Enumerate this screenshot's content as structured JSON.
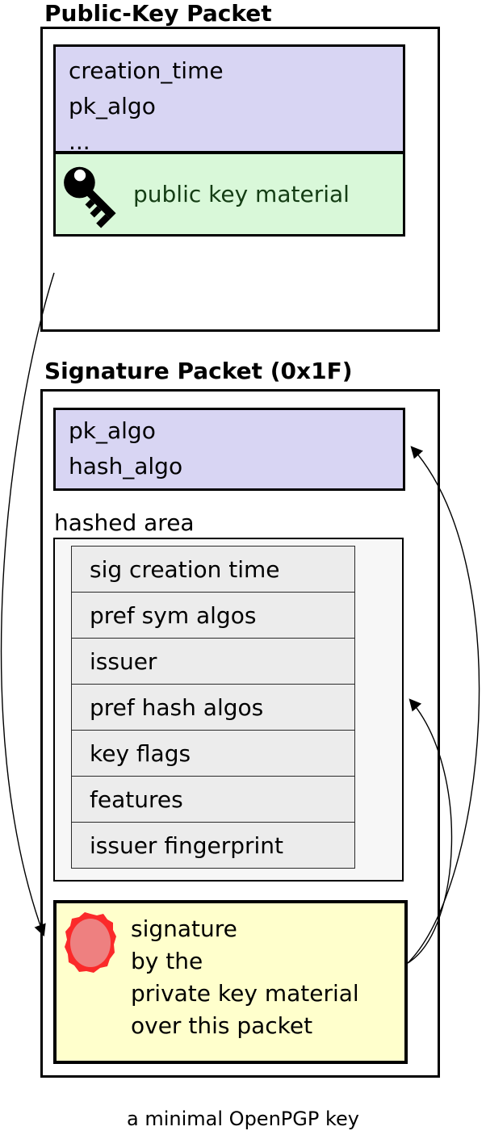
{
  "diagram": {
    "caption": "a minimal OpenPGP key"
  },
  "public_key_packet": {
    "title": "Public-Key Packet",
    "fields": [
      "creation_time",
      "pk_algo",
      "..."
    ],
    "key_material": {
      "icon": "key-icon",
      "label": "public key material"
    }
  },
  "signature_packet": {
    "title": "Signature Packet (0x1F)",
    "fields": [
      "pk_algo",
      "hash_algo"
    ],
    "hashed_area": {
      "label": "hashed area",
      "subpackets": [
        "sig creation time",
        "pref sym algos",
        "issuer",
        "pref hash algos",
        "key flags",
        "features",
        "issuer fingerprint"
      ]
    },
    "signature": {
      "icon": "wax-seal-icon",
      "lines": [
        "signature",
        "by the",
        "private key material",
        "over this packet"
      ]
    }
  },
  "arrows": [
    {
      "from": "public-key-packet-box",
      "to": "signature-box"
    },
    {
      "from": "signature-box",
      "to": "signature-header-box"
    },
    {
      "from": "signature-box",
      "to": "hashed-area-box"
    }
  ],
  "colors": {
    "header_fill": "#d8d5f3",
    "key_material_fill": "#d9f8d9",
    "key_material_text": "#143d14",
    "hashed_area_fill": "#f7f7f7",
    "subpacket_fill": "#ececec",
    "signature_fill": "#ffffcc",
    "seal_stroke": "#fb2a2a",
    "seal_fill": "#ee8080",
    "line_color": "#000000"
  }
}
